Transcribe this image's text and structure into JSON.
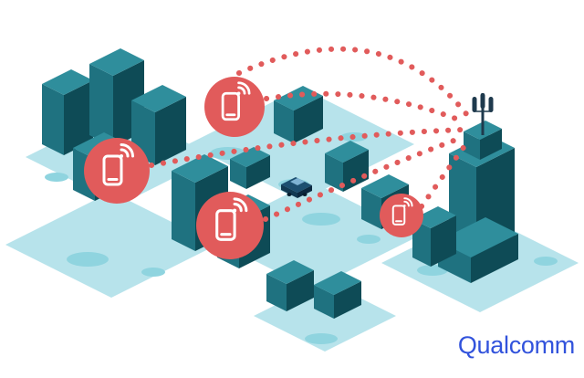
{
  "logo": {
    "text": "Qualcomm"
  },
  "colors": {
    "background": "#ffffff",
    "ground": "#b7e3eb",
    "water": "#8fd4df",
    "building_top": "#2f8e9c",
    "building_left": "#1f7280",
    "building_right": "#0e4b56",
    "accent_red": "#e15b5b",
    "icon_white": "#ffffff",
    "car_body": "#1d4f70",
    "car_side": "#123a52",
    "antenna_dark": "#1f3a4d",
    "logo_blue": "#3253dc"
  },
  "scene": {
    "phone_pins": 4,
    "cell_towers": 1,
    "signal_links": 5,
    "city_blocks": 6,
    "cars": 1
  },
  "icons": [
    {
      "name": "phone-signal-icon"
    },
    {
      "name": "cell-tower-icon"
    },
    {
      "name": "car-icon"
    }
  ]
}
